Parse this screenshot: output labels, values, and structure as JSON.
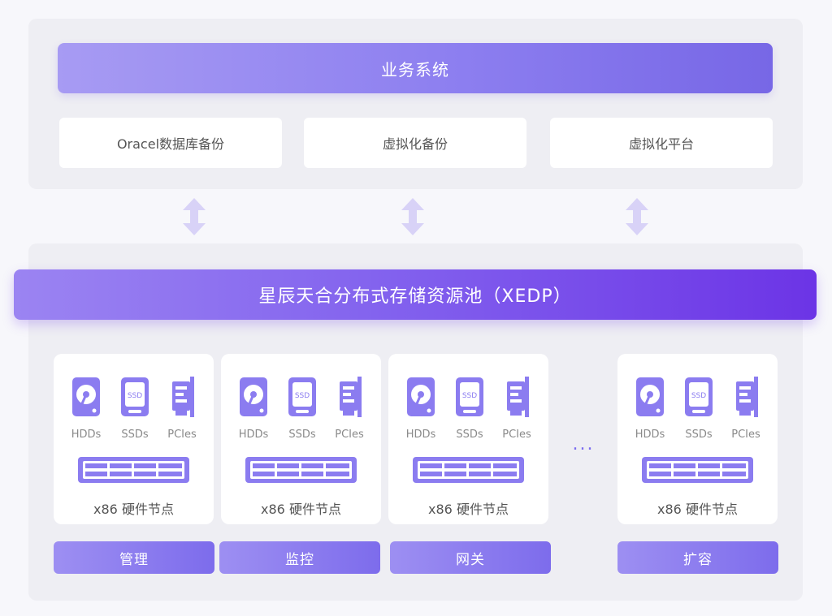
{
  "colors": {
    "accent": "#7b6cf0",
    "pool_dark": "#6c34e6",
    "panel_bg": "#eeeef3"
  },
  "business": {
    "title": "业务系统",
    "apps": [
      "Oracel数据库备份",
      "虚拟化备份",
      "虚拟化平台"
    ]
  },
  "pool": {
    "title": "星辰天合分布式存储资源池（XEDP）"
  },
  "nodes": [
    {
      "labels": [
        "HDDs",
        "SSDs",
        "PCIes"
      ],
      "ssd_text": "SSD",
      "title": "x86 硬件节点"
    },
    {
      "labels": [
        "HDDs",
        "SSDs",
        "PCIes"
      ],
      "ssd_text": "SSD",
      "title": "x86 硬件节点"
    },
    {
      "labels": [
        "HDDs",
        "SSDs",
        "PCIes"
      ],
      "ssd_text": "SSD",
      "title": "x86 硬件节点"
    },
    {
      "labels": [
        "HDDs",
        "SSDs",
        "PCIes"
      ],
      "ssd_text": "SSD",
      "title": "x86 硬件节点"
    }
  ],
  "ellipsis": "...",
  "functions": [
    "管理",
    "监控",
    "网关",
    "扩容"
  ],
  "icons": {
    "arrow": "double-arrow-icon",
    "hdd": "hdd-icon",
    "ssd": "ssd-icon",
    "pcie": "pcie-card-icon",
    "server": "server-rack-icon"
  }
}
